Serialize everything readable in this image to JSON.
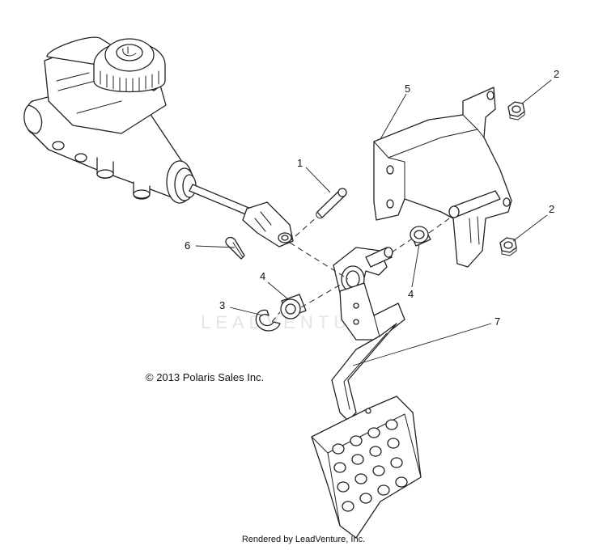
{
  "diagram": {
    "callouts": [
      {
        "id": "callout-1",
        "text": "1"
      },
      {
        "id": "callout-2a",
        "text": "2"
      },
      {
        "id": "callout-2b",
        "text": "2"
      },
      {
        "id": "callout-3",
        "text": "3"
      },
      {
        "id": "callout-4a",
        "text": "4"
      },
      {
        "id": "callout-4b",
        "text": "4"
      },
      {
        "id": "callout-5",
        "text": "5"
      },
      {
        "id": "callout-6",
        "text": "6"
      },
      {
        "id": "callout-7",
        "text": "7"
      }
    ],
    "copyright": "© 2013 Polaris Sales Inc.",
    "watermark": "LEADVENTURE",
    "footer": "Rendered by LeadVenture, Inc."
  },
  "icons": {
    "master_cylinder": "master-cylinder-icon",
    "pedal": "brake-pedal-icon",
    "bracket": "bracket-icon",
    "nut": "hex-nut-icon",
    "pin": "clevis-pin-icon",
    "bushing": "bushing-icon",
    "e_clip": "e-clip-icon",
    "cotter": "cotter-pin-icon"
  }
}
